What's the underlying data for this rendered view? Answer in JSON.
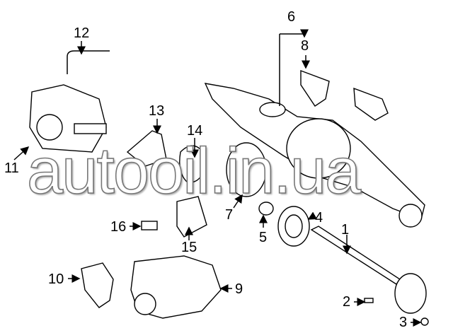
{
  "watermark": "autooil.in.ua",
  "callouts": [
    "1",
    "2",
    "3",
    "4",
    "5",
    "6",
    "7",
    "8",
    "9",
    "10",
    "11",
    "12",
    "13",
    "14",
    "15",
    "16"
  ]
}
